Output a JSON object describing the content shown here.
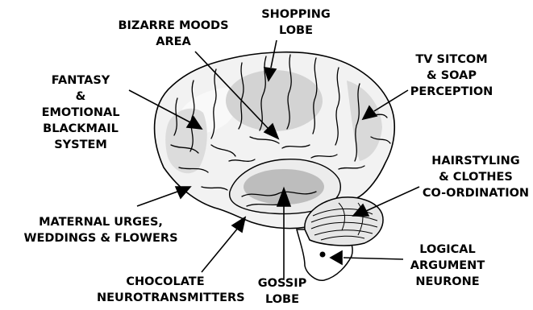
{
  "labels": {
    "bizarre_moods": [
      "BIZARRE MOODS",
      "AREA"
    ],
    "shopping": [
      "SHOPPING",
      "LOBE"
    ],
    "tv_sitcom": [
      "TV SITCOM",
      "& SOAP",
      "PERCEPTION"
    ],
    "fantasy": [
      "FANTASY",
      "&",
      "EMOTIONAL",
      "BLACKMAIL",
      "SYSTEM"
    ],
    "hairstyling": [
      "HAIRSTYLING",
      "& CLOTHES",
      "CO-ORDINATION"
    ],
    "maternal": [
      "MATERNAL URGES,",
      "WEDDINGS & FLOWERS"
    ],
    "logical": [
      "LOGICAL",
      "ARGUMENT",
      "NEURONE"
    ],
    "chocolate": [
      "CHOCOLATE",
      "NEUROTRANSMITTERS"
    ],
    "gossip": [
      "GOSSIP",
      "LOBE"
    ]
  },
  "colors": {
    "brain_fill": "#f2f2f2",
    "region_fill": "#d9d9d9",
    "lobe_fill": "#c2c2c2",
    "outline": "#000000"
  }
}
